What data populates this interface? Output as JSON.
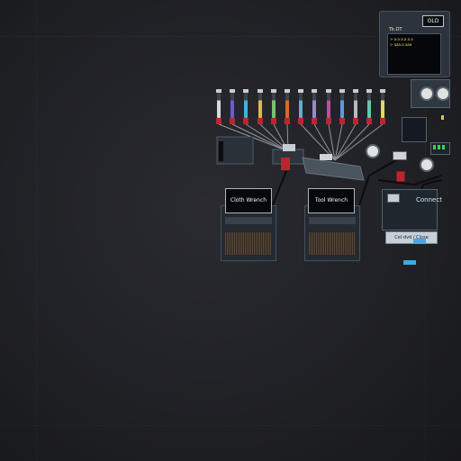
{
  "monitor": {
    "tab_label": "OLD",
    "title": "Tk.OT",
    "line1": "> a.a a.a a a",
    "line2": "> aaa.a aaa"
  },
  "syringes": {
    "labels": [
      "",
      "",
      "",
      "",
      "",
      "",
      "",
      "",
      "",
      "",
      "",
      "",
      ""
    ],
    "colors": [
      "#d9d9d9",
      "#6a5ad8",
      "#3db5d8",
      "#e0b84d",
      "#7bc26a",
      "#d66a2e",
      "#5fb0c9",
      "#9a87d3",
      "#c04c9a",
      "#5c9be0",
      "#b9b9b9",
      "#6bc4b0",
      "#e2d667"
    ]
  },
  "storage": {
    "left_label": "Cloth Wrench",
    "right_label": "Tool Wrench"
  },
  "machinery": {
    "connect_label": "Connect",
    "bottom_label": "Cel-dvd / Close",
    "led_colors": [
      "#39d353",
      "#e7c33a",
      "#e23b3b"
    ]
  }
}
